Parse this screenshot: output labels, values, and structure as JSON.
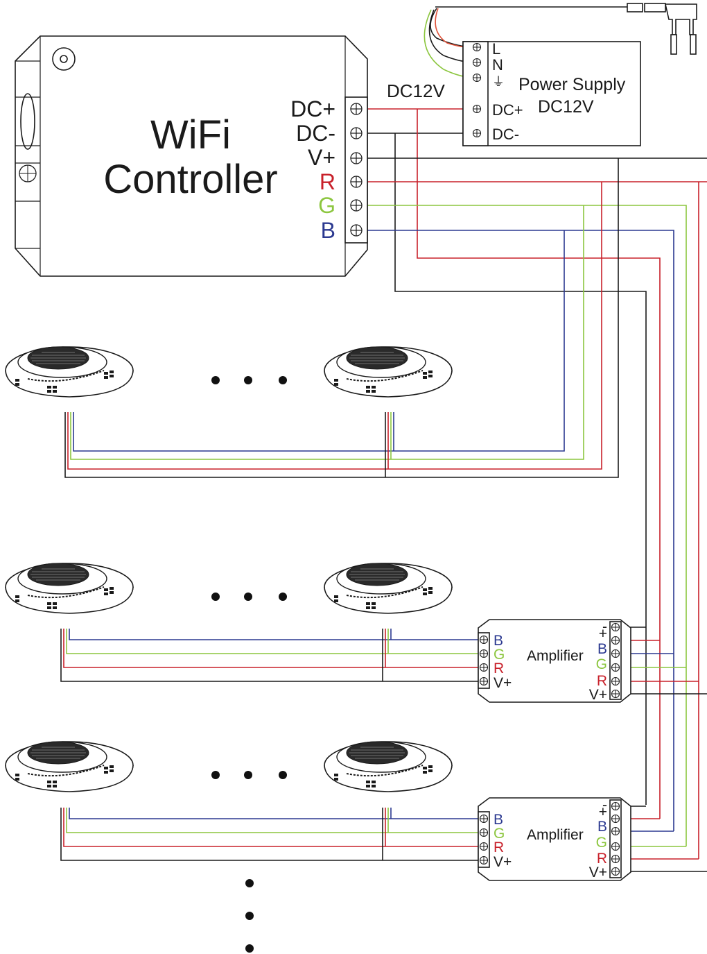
{
  "controller": {
    "title_line1": "WiFi",
    "title_line2": "Controller",
    "terminals": [
      "DC+",
      "DC-",
      "V+",
      "R",
      "G",
      "B"
    ]
  },
  "dc_label": "DC12V",
  "power_supply": {
    "title": "Power  Supply",
    "voltage": "DC12V",
    "terminals": [
      "L",
      "N",
      "⏚",
      "DC+",
      "DC-"
    ]
  },
  "amplifiers": [
    {
      "title": "Amplifier",
      "inputs": [
        "B",
        "G",
        "R",
        "V+"
      ],
      "outputs": [
        "-",
        "+",
        "B",
        "G",
        "R",
        "V+"
      ]
    },
    {
      "title": "Amplifier",
      "inputs": [
        "B",
        "G",
        "R",
        "V+"
      ],
      "outputs": [
        "-",
        "+",
        "B",
        "G",
        "R",
        "V+"
      ]
    }
  ],
  "colors": {
    "red": "#c8202a",
    "green": "#8cc63f",
    "blue": "#2b3990",
    "black": "#1a1a1a"
  },
  "icons": [
    "plug-icon",
    "screw-terminal-icon",
    "pool-light-icon",
    "ellipsis-dots-icon"
  ]
}
